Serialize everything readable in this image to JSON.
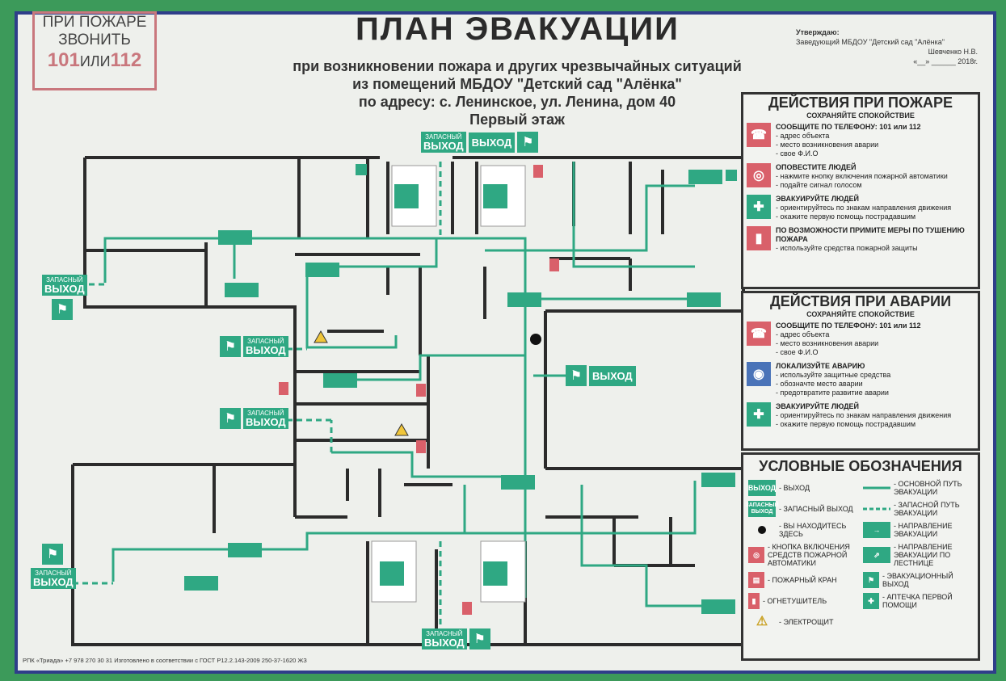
{
  "call_box": {
    "line1": "ПРИ ПОЖАРЕ",
    "line2": "ЗВОНИТЬ",
    "num1": "101",
    "or": "ИЛИ",
    "num2": "112"
  },
  "header": {
    "title": "ПЛАН ЭВАКУАЦИИ",
    "sub1": "при возникновении пожара и других чрезвычайных ситуаций",
    "sub2": "из помещений МБДОУ \"Детский сад \"Алёнка\"",
    "sub3": "по адресу: с. Ленинское, ул. Ленина, дом 40",
    "floor": "Первый этаж"
  },
  "approval": {
    "line1": "Утверждаю:",
    "line2": "Заведующий МБДОУ \"Детский сад \"Алёнка\"",
    "name": "Шевченко Н.В.",
    "date": "«__» ______ 2018г."
  },
  "fire_actions": {
    "title": "ДЕЙСТВИЯ ПРИ ПОЖАРЕ",
    "subtitle": "СОХРАНЯЙТЕ СПОКОЙСТВИЕ",
    "items": [
      {
        "icon": "phone-icon",
        "head": "СООБЩИТЕ ПО ТЕЛЕФОНУ: 101 или 112",
        "text": "- адрес объекта\n- место возникновения аварии\n- свое Ф.И.О"
      },
      {
        "icon": "alarm-button-icon",
        "head": "ОПОВЕСТИТЕ ЛЮДЕЙ",
        "text": "- нажмите кнопку включения пожарной автоматики\n- подайте сигнал голосом"
      },
      {
        "icon": "evacuation-icon",
        "head": "ЭВАКУИРУЙТЕ ЛЮДЕЙ",
        "text": "- ориентируйтесь по знакам направления движения\n- окажите первую помощь пострадавшим"
      },
      {
        "icon": "extinguisher-icon",
        "head": "ПО ВОЗМОЖНОСТИ ПРИМИТЕ МЕРЫ ПО ТУШЕНИЮ ПОЖАРА",
        "text": "- используйте средства пожарной защиты"
      }
    ]
  },
  "accident_actions": {
    "title": "ДЕЙСТВИЯ ПРИ АВАРИИ",
    "subtitle": "СОХРАНЯЙТЕ СПОКОЙСТВИЕ",
    "items": [
      {
        "icon": "phone-icon",
        "head": "СООБЩИТЕ ПО ТЕЛЕФОНУ: 101 или 112",
        "text": "- адрес объекта\n- место возникновения аварии\n- свое Ф.И.О"
      },
      {
        "icon": "gas-mask-icon",
        "head": "ЛОКАЛИЗУЙТЕ АВАРИЮ",
        "text": "- используйте защитные средства\n- обозначте место аварии\n- предотвратите развитие аварии"
      },
      {
        "icon": "evacuation-icon",
        "head": "ЭВАКУИРУЙТЕ ЛЮДЕЙ",
        "text": "- ориентируйтесь по знакам направления движения\n- окажите первую помощь пострадавшим"
      }
    ]
  },
  "legend": {
    "title": "УСЛОВНЫЕ ОБОЗНАЧЕНИЯ",
    "items": [
      {
        "sym": "ВЫХОД",
        "label": "- ВЫХОД"
      },
      {
        "sym": "line",
        "label": "- ОСНОВНОЙ ПУТЬ ЭВАКУАЦИИ"
      },
      {
        "sym": "ЗАПАСНЫЙ ВЫХОД",
        "label": "- ЗАПАСНЫЙ ВЫХОД"
      },
      {
        "sym": "dash",
        "label": "- ЗАПАСНОЙ ПУТЬ ЭВАКУАЦИИ"
      },
      {
        "sym": "dot",
        "label": "- ВЫ НАХОДИТЕСЬ ЗДЕСЬ"
      },
      {
        "sym": "→",
        "label": "- НАПРАВЛЕНИЕ ЭВАКУАЦИИ"
      },
      {
        "sym": "◎",
        "label": "- КНОПКА ВКЛЮЧЕНИЯ СРЕДСТВ ПОЖАРНОЙ АВТОМАТИКИ"
      },
      {
        "sym": "⇗",
        "label": "- НАПРАВЛЕНИЕ ЭВАКУАЦИИ ПО ЛЕСТНИЦЕ"
      },
      {
        "sym": "▤",
        "label": "- ПОЖАРНЫЙ КРАН"
      },
      {
        "sym": "⚑",
        "label": "- ЭВАКУАЦИОННЫЙ ВЫХОД"
      },
      {
        "sym": "▮",
        "label": "- ОГНЕТУШИТЕЛЬ"
      },
      {
        "sym": "✚",
        "label": "- АПТЕЧКА ПЕРВОЙ ПОМОЩИ"
      },
      {
        "sym": "⚠",
        "label": "- ЭЛЕКТРОЩИТ"
      }
    ]
  },
  "exits": {
    "main": "ВЫХОД",
    "reserve_top": "ЗАПАСНЫЙ",
    "reserve_bottom": "ВЫХОД"
  },
  "colors": {
    "green": "#2fa883",
    "red": "#d9606a",
    "frame": "#2f3e8a",
    "wall": "#2b2b2b"
  },
  "footer": "РПК «Триада» +7 978 270 30 31  Изготовлено в соответствии с ГОСТ Р12.2.143-2009 250-37-1620 ЖЗ"
}
